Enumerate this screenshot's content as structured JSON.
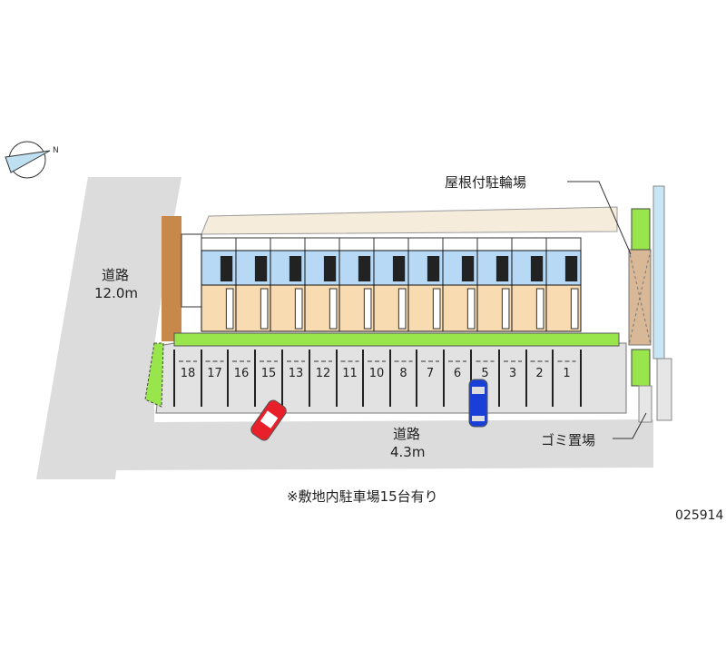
{
  "labels": {
    "bicycle_parking": "屋根付駐輪場",
    "road_west": "道路",
    "road_west_width": "12.0m",
    "road_south": "道路",
    "road_south_width": "4.3m",
    "garbage": "ゴミ置場",
    "note": "※敷地内駐車場15台有り",
    "code": "025914"
  },
  "parking_spaces": [
    "18",
    "17",
    "16",
    "15",
    "13",
    "12",
    "11",
    "10",
    "8",
    "7",
    "6",
    "5",
    "3",
    "2",
    "1"
  ],
  "units_count": 11,
  "colors": {
    "road": "#dcdcdc",
    "lot": "#e4e4e4",
    "wet": "#b7d9f5",
    "room": "#f8dbb0",
    "green": "#99e64c",
    "yard": "#f6ecdc",
    "car_red": "#e8202a",
    "car_blue": "#1a3fd6"
  }
}
